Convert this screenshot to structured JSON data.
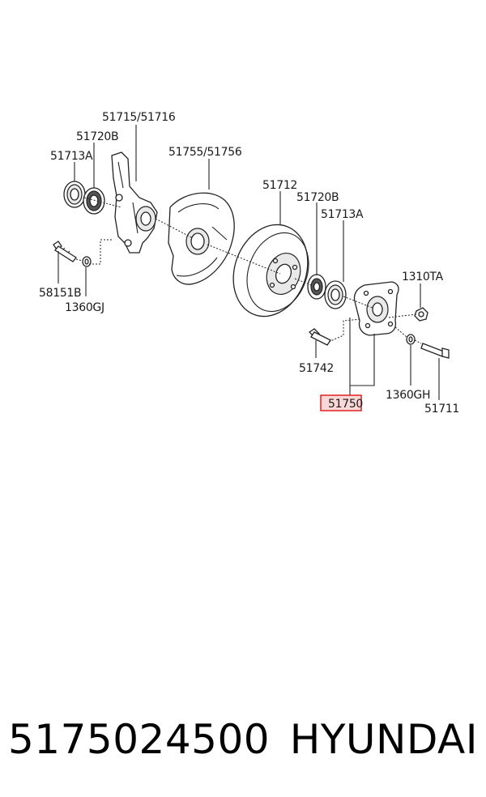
{
  "diagram": {
    "labels": {
      "l51715": "51715/51716",
      "l51720b_left": "51720B",
      "l51713a_left": "51713A",
      "l51755": "51755/51756",
      "l51712": "51712",
      "l51720b_right": "51720B",
      "l51713a_right": "51713A",
      "l58151b": "58151B",
      "l1360gj": "1360GJ",
      "l1310ta": "1310TA",
      "l51742": "51742",
      "l51750": "51750",
      "l1360gh": "1360GH",
      "l51711": "51711"
    },
    "highlight_color": "#e02020"
  },
  "caption": {
    "part_number": "5175024500",
    "brand": "HYUNDAI"
  }
}
